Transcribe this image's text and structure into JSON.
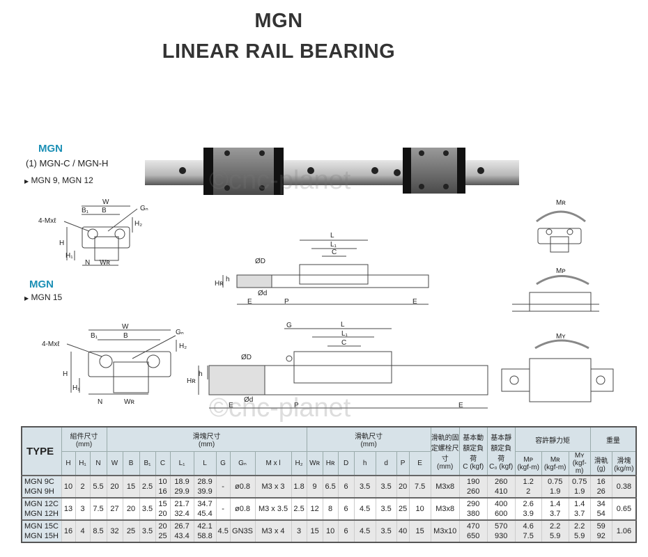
{
  "header": {
    "title_line1": "MGN",
    "title_line2": "LINEAR RAIL BEARING"
  },
  "section1": {
    "heading": "MGN",
    "subtitle": "(1) MGN-C / MGN-H",
    "models": "MGN 9, MGN 12"
  },
  "section2": {
    "heading": "MGN",
    "models": "MGN 15"
  },
  "watermark": "©cnc-planet",
  "diagram_labels": {
    "W": "W",
    "B": "B",
    "B1": "B₁",
    "Gn": "Gₙ",
    "M": "4-Mxℓ",
    "H2": "H₂",
    "H": "H",
    "H1": "H₁",
    "N": "N",
    "WR": "Wʀ",
    "L": "L",
    "L1": "L₁",
    "C": "C",
    "D": "ØD",
    "h": "h",
    "HR": "Hʀ",
    "d": "Ød",
    "E": "E",
    "P": "P",
    "G": "G",
    "MR": "Mʀ",
    "MP": "Mᴘ",
    "MY": "Mʏ"
  },
  "table": {
    "type_label": "TYPE",
    "groups": [
      {
        "label": "組件尺寸",
        "unit": "(mm)"
      },
      {
        "label": "滑塊尺寸",
        "unit": "(mm)"
      },
      {
        "label": "滑軌尺寸",
        "unit": "(mm)"
      },
      {
        "label": "滑軌的固定螺栓尺寸",
        "unit": "(mm)"
      },
      {
        "label": "基本動額定負荷",
        "unit": "C (kgf)"
      },
      {
        "label": "基本靜額定負荷",
        "unit": "C₀ (kgf)"
      },
      {
        "label": "容許靜力矩",
        "unit": ""
      },
      {
        "label": "重量",
        "unit": ""
      }
    ],
    "columns": [
      "H",
      "H₁",
      "N",
      "W",
      "B",
      "B₁",
      "C",
      "L₁",
      "L",
      "G",
      "Gₙ",
      "M x l",
      "H₂",
      "Wʀ",
      "Hʀ",
      "D",
      "h",
      "d",
      "P",
      "E"
    ],
    "moment_columns": [
      {
        "name": "Mᴘ",
        "unit": "(kgf-m)"
      },
      {
        "name": "Mʀ",
        "unit": "(kgf-m)"
      },
      {
        "name": "Mʏ",
        "unit": "(kgf-m)"
      }
    ],
    "weight_columns": [
      {
        "name": "滑軌",
        "unit": "(g)"
      },
      {
        "name": "滑塊",
        "unit": "(kg/m)"
      }
    ],
    "rows": [
      {
        "types": [
          "MGN 9C",
          "MGN 9H"
        ],
        "cells": [
          "10",
          "2",
          "5.5",
          "20",
          "15",
          "2.5",
          [
            "10",
            "16"
          ],
          [
            "18.9",
            "29.9"
          ],
          [
            "28.9",
            "39.9"
          ],
          "-",
          "ø0.8",
          "M3 x 3",
          "1.8",
          "9",
          "6.5",
          "6",
          "3.5",
          "3.5",
          "20",
          "7.5",
          "M3x8",
          [
            "190",
            "260"
          ],
          [
            "260",
            "410"
          ],
          [
            "1.2",
            "2"
          ],
          [
            "0.75",
            "1.9"
          ],
          [
            "0.75",
            "1.9"
          ],
          [
            "16",
            "26"
          ],
          "0.38"
        ]
      },
      {
        "types": [
          "MGN 12C",
          "MGN 12H"
        ],
        "cells": [
          "13",
          "3",
          "7.5",
          "27",
          "20",
          "3.5",
          [
            "15",
            "20"
          ],
          [
            "21.7",
            "32.4"
          ],
          [
            "34.7",
            "45.4"
          ],
          "-",
          "ø0.8",
          "M3 x 3.5",
          "2.5",
          "12",
          "8",
          "6",
          "4.5",
          "3.5",
          "25",
          "10",
          "M3x8",
          [
            "290",
            "380"
          ],
          [
            "400",
            "600"
          ],
          [
            "2.6",
            "3.9"
          ],
          [
            "1.4",
            "3.7"
          ],
          [
            "1.4",
            "3.7"
          ],
          [
            "34",
            "54"
          ],
          "0.65"
        ]
      },
      {
        "types": [
          "MGN 15C",
          "MGN 15H"
        ],
        "cells": [
          "16",
          "4",
          "8.5",
          "32",
          "25",
          "3.5",
          [
            "20",
            "25"
          ],
          [
            "26.7",
            "43.4"
          ],
          [
            "42.1",
            "58.8"
          ],
          "4.5",
          "GN3S",
          "M3 x 4",
          "3",
          "15",
          "10",
          "6",
          "4.5",
          "3.5",
          "40",
          "15",
          "M3x10",
          [
            "470",
            "650"
          ],
          [
            "570",
            "930"
          ],
          [
            "4.6",
            "7.5"
          ],
          [
            "2.2",
            "5.9"
          ],
          [
            "2.2",
            "5.9"
          ],
          [
            "59",
            "92"
          ],
          "1.06"
        ]
      }
    ]
  }
}
